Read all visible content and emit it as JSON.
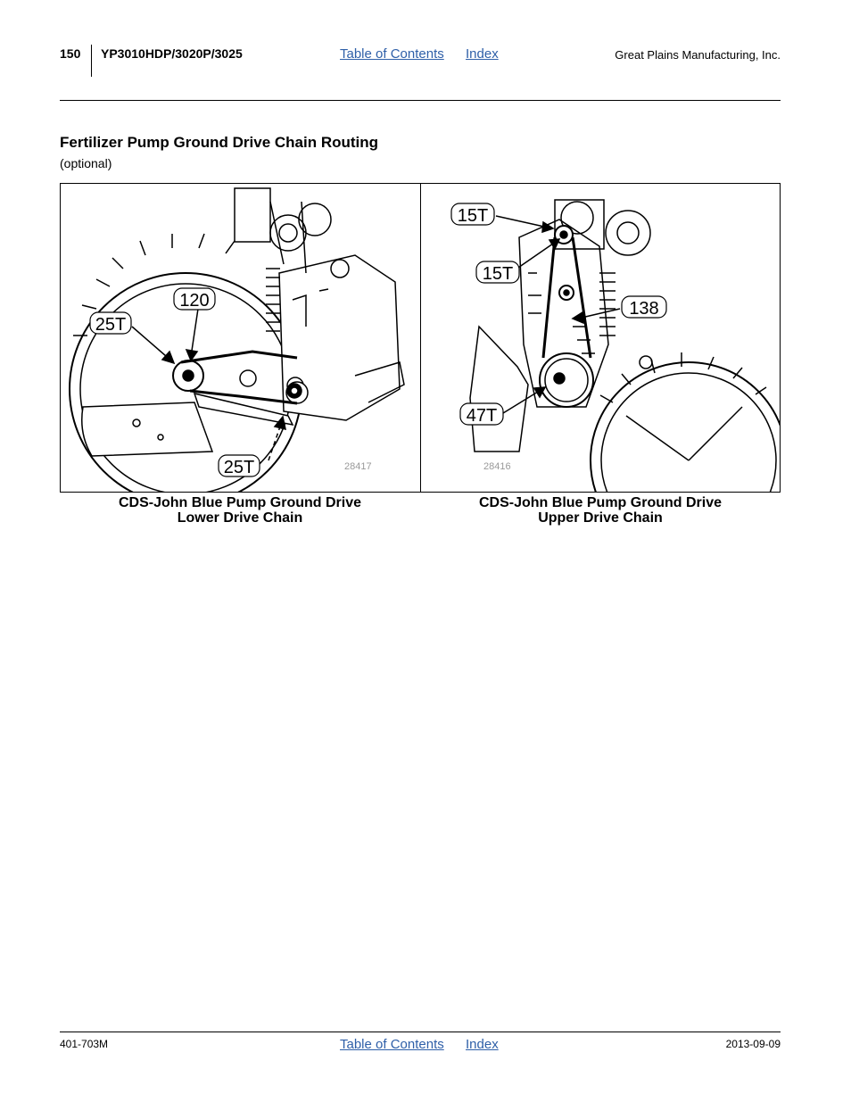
{
  "header": {
    "page_number": "150",
    "model": "YP3010HDP/3020P/3025",
    "toc_link": "Table of Contents",
    "index_link": "Index",
    "company": "Great Plains Manufacturing, Inc."
  },
  "section": {
    "title": "Fertilizer Pump Ground Drive Chain Routing",
    "subtitle": "(optional)"
  },
  "figures": [
    {
      "callouts": [
        "120",
        "25T",
        "25T"
      ],
      "figure_number": "28417",
      "caption_line1": "CDS-John Blue Pump Ground Drive",
      "caption_line2": "Lower Drive Chain"
    },
    {
      "callouts": [
        "15T",
        "15T",
        "138",
        "47T"
      ],
      "figure_number": "28416",
      "caption_line1": "CDS-John Blue Pump Ground Drive",
      "caption_line2": "Upper Drive Chain"
    }
  ],
  "footer": {
    "doc_number": "401-703M",
    "toc_link": "Table of Contents",
    "index_link": "Index",
    "date": "2013-09-09"
  }
}
